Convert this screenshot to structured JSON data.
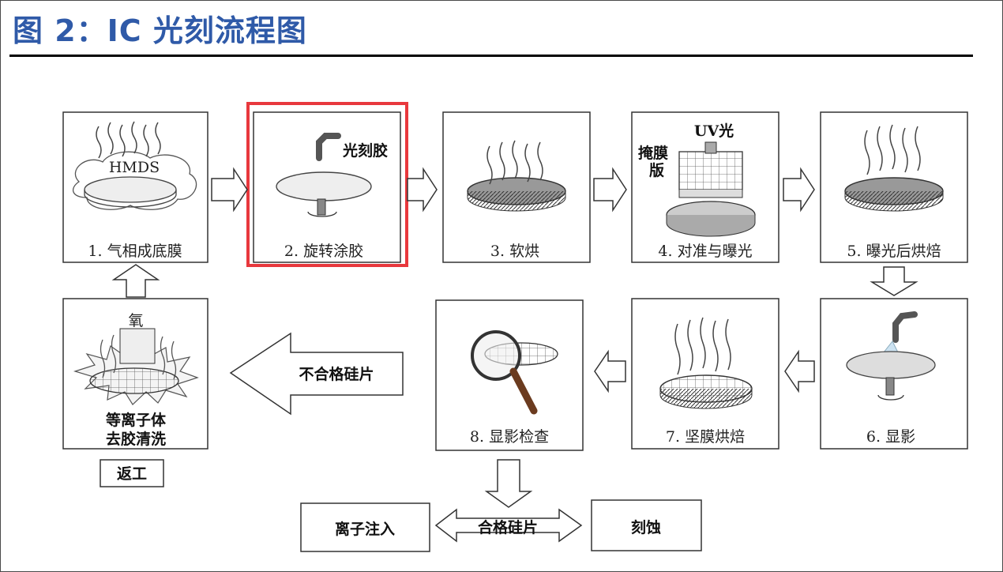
{
  "title": "图 2：IC 光刻流程图",
  "steps": [
    {
      "label": "1. 气相成底膜",
      "inner": "HMDS"
    },
    {
      "label": "2. 旋转涂胶",
      "inner": "光刻胶"
    },
    {
      "label": "3. 软烘"
    },
    {
      "label": "4. 对准与曝光",
      "inner": "UV光",
      "inner2a": "掩膜",
      "inner2b": "版"
    },
    {
      "label": "5. 曝光后烘焙"
    },
    {
      "label": "6. 显影"
    },
    {
      "label": "7. 坚膜烘焙"
    },
    {
      "label": "8. 显影检查"
    }
  ],
  "rework": {
    "line1": "等离子体",
    "line2": "去胶清洗",
    "box": "返工",
    "gas": "氧"
  },
  "reject": "不合格硅片",
  "pass": "合格硅片",
  "ion": "离子注入",
  "etch": "刻蚀",
  "colors": {
    "title": "#2f5aa8",
    "highlight": "#e8383d"
  }
}
